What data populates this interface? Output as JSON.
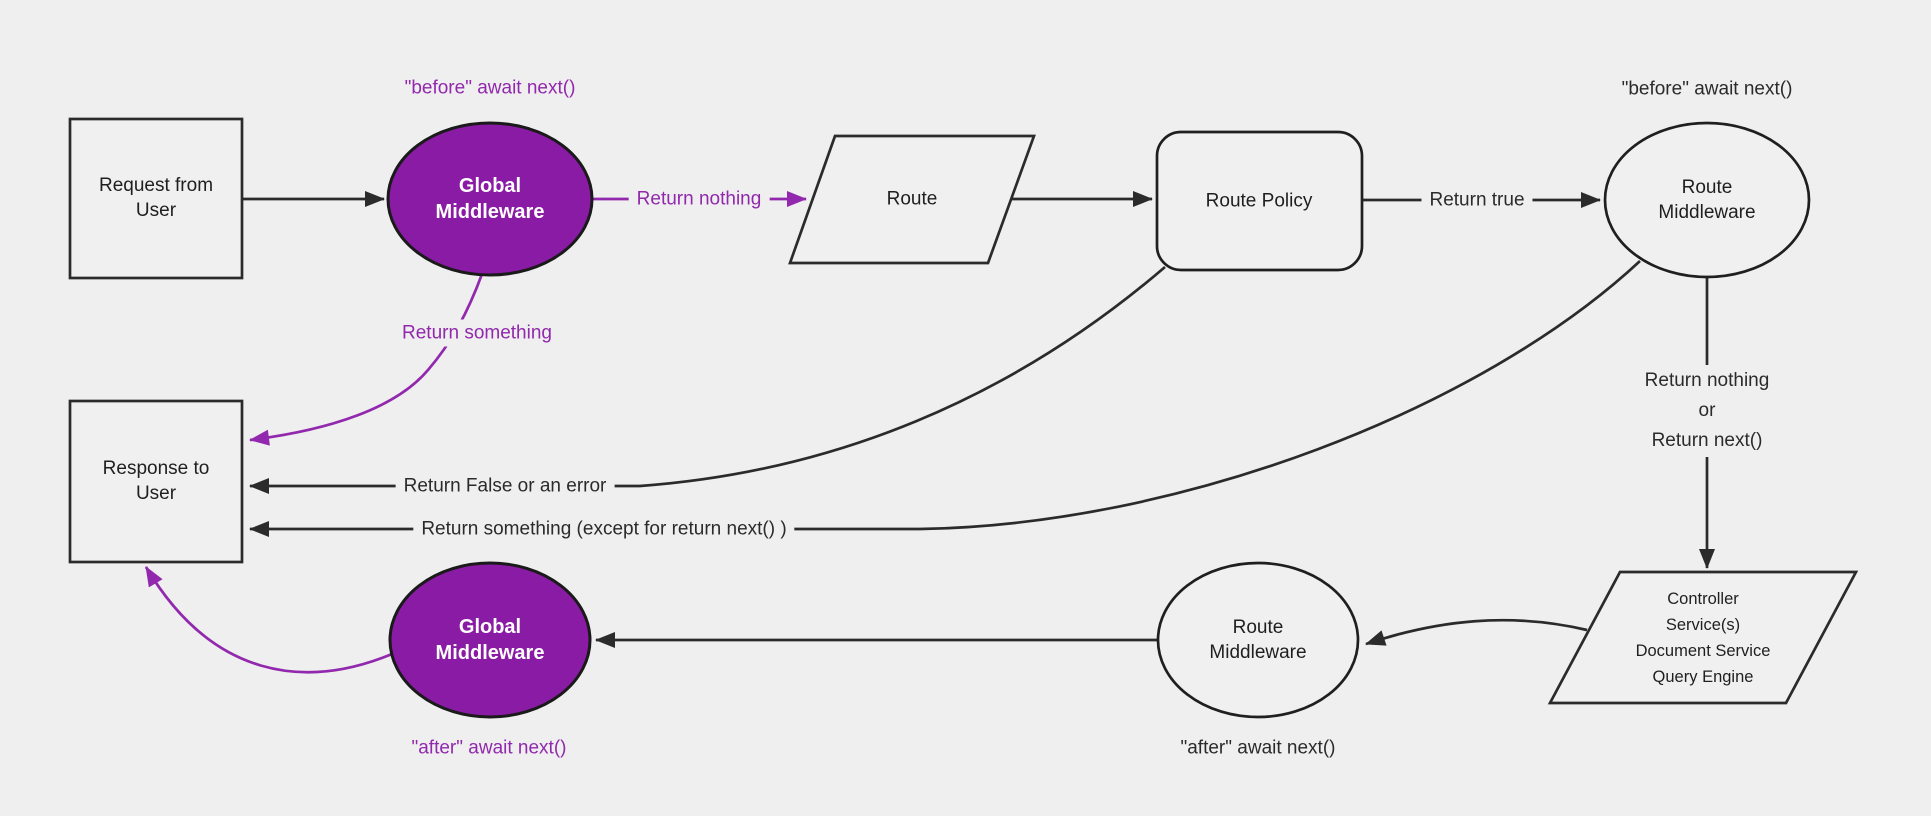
{
  "diagram": {
    "title": "middleware-request-flow-diagram",
    "colors": {
      "background": "#efefef",
      "node_fill": "#f0f0f0",
      "node_stroke": "#1f1f1f",
      "purple_fill": "#8a1ba5",
      "purple_line": "#9128ad",
      "dark_line": "#2b2b2b",
      "white_text": "#ffffff"
    },
    "nodes": {
      "request": {
        "label": "Request from\nUser",
        "shape": "rectangle"
      },
      "global_middleware_top": {
        "label": "Global\nMiddleware",
        "shape": "ellipse"
      },
      "route": {
        "label": "Route",
        "shape": "parallelogram"
      },
      "route_policy": {
        "label": "Route Policy",
        "shape": "rounded-rectangle"
      },
      "route_middleware_top": {
        "label": "Route\nMiddleware",
        "shape": "ellipse"
      },
      "controller": {
        "label": "Controller\nService(s)\nDocument Service\nQuery Engine",
        "shape": "parallelogram"
      },
      "route_middleware_bottom": {
        "label": "Route\nMiddleware",
        "shape": "ellipse"
      },
      "global_middleware_bottom": {
        "label": "Global\nMiddleware",
        "shape": "ellipse"
      },
      "response": {
        "label": "Response to\nUser",
        "shape": "rectangle"
      }
    },
    "edge_labels": {
      "before_await_top_left": "\"before\" await next()",
      "before_await_top_right": "\"before\" await next()",
      "after_await_bottom_left": "\"after\" await next()",
      "after_await_bottom_mid": "\"after\" await next()",
      "return_nothing": "Return nothing",
      "return_true": "Return true",
      "return_something": "Return something",
      "return_nothing_or_next": "Return nothing\nor\nReturn next()",
      "return_false_or_error": "Return False or an error",
      "return_something_except": "Return something (except for return next() )"
    }
  }
}
